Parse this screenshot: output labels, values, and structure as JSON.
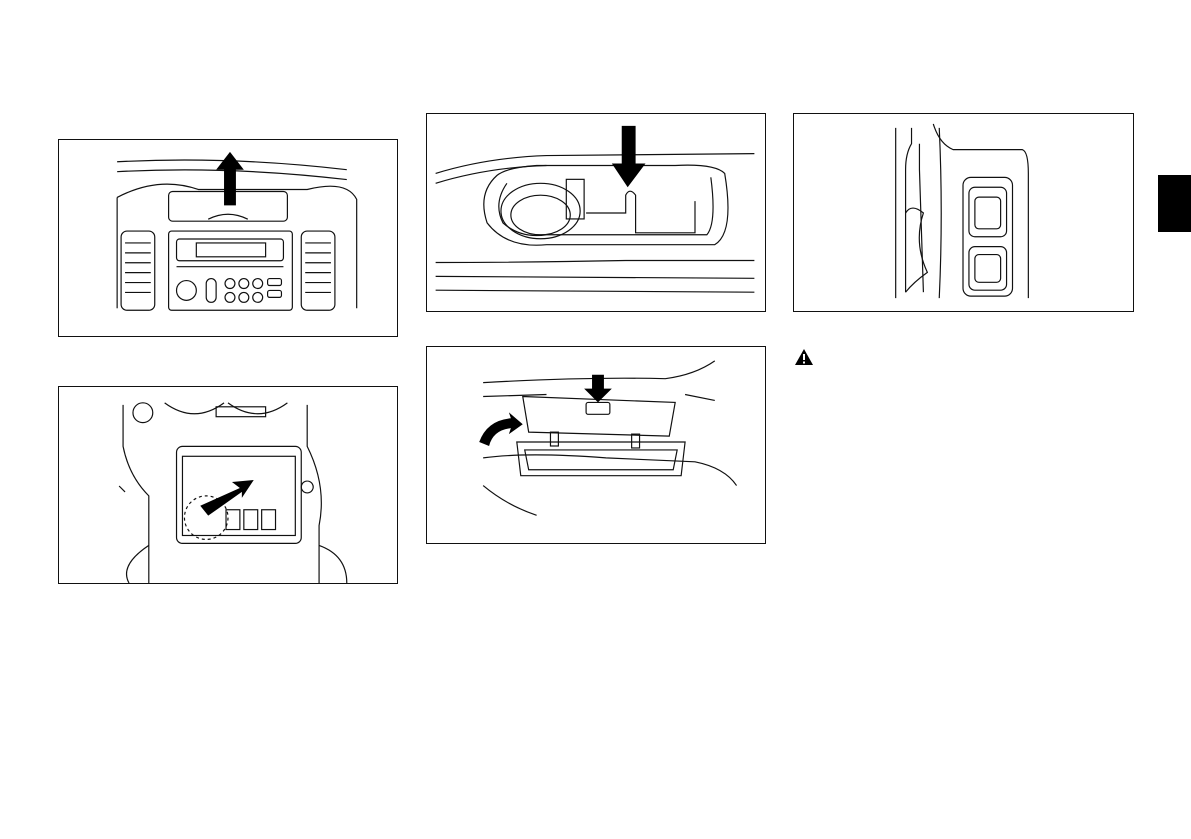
{
  "page": {
    "background": "#ffffff",
    "line_color": "#111111",
    "tab_color": "#000000"
  },
  "figures": [
    {
      "id": "overhead-console-storage",
      "arrow": "up"
    },
    {
      "id": "center-console-tray",
      "arrow": "push-forward"
    },
    {
      "id": "console-cup-holder",
      "arrow": "down"
    },
    {
      "id": "console-storage-lid",
      "arrow": "down-and-lift"
    },
    {
      "id": "side-console-holders",
      "arrow": "none"
    }
  ],
  "icons": {
    "warning": "warning-triangle-icon",
    "tab": "section-tab"
  }
}
